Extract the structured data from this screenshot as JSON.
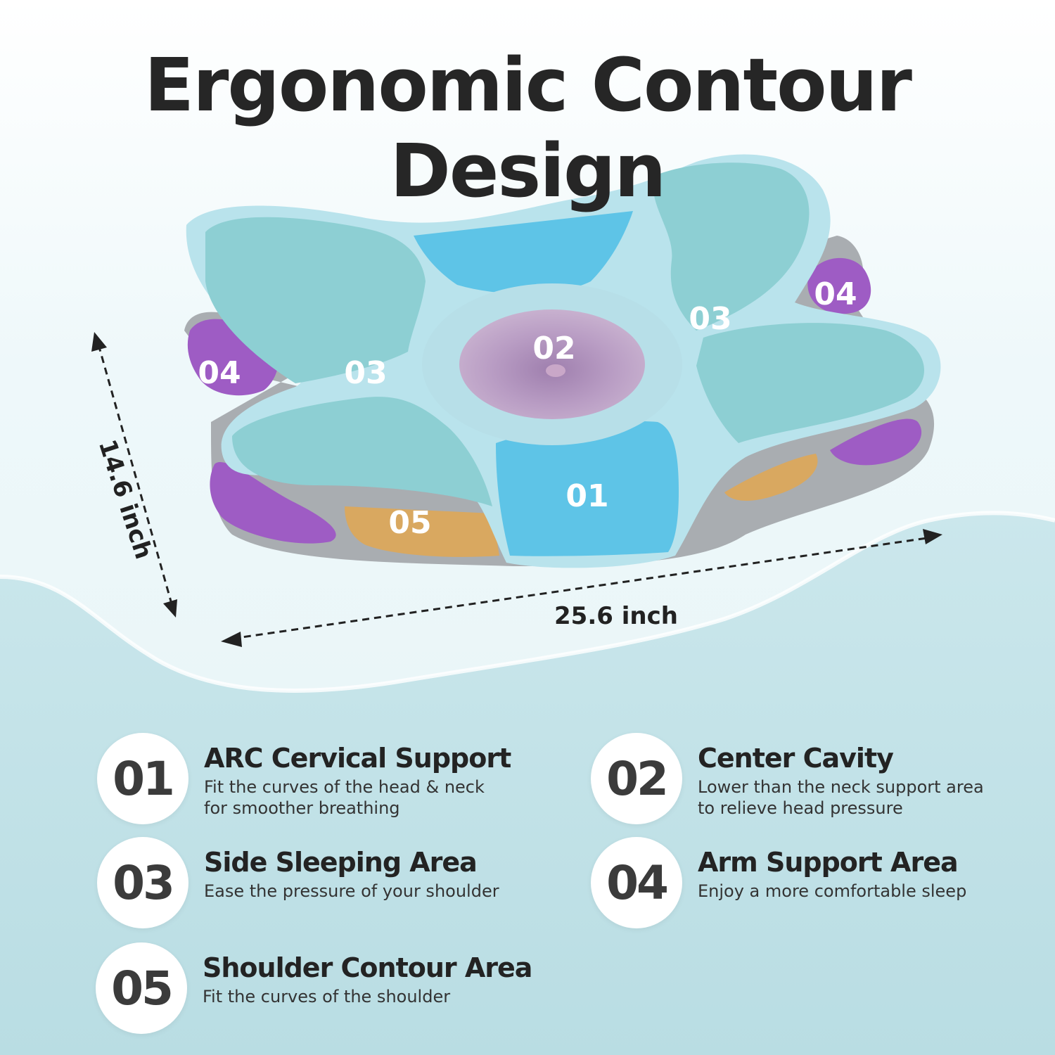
{
  "title": "Ergonomic Contour Design",
  "dimensions": {
    "width": "25.6 inch",
    "height": "14.6 inch"
  },
  "zones": {
    "z01": "01",
    "z02": "02",
    "z03_left": "03",
    "z03_right": "03",
    "z04_left": "04",
    "z04_right": "04",
    "z05": "05"
  },
  "features": [
    {
      "number": "01",
      "title": "ARC Cervical Support",
      "description": "Fit the curves of the head & neck for smoother breathing"
    },
    {
      "number": "02",
      "title": "Center Cavity",
      "description": "Lower than the neck support area to relieve head pressure"
    },
    {
      "number": "03",
      "title": "Side Sleeping Area",
      "description": "Ease the pressure of your shoulder"
    },
    {
      "number": "04",
      "title": "Arm Support Area",
      "description": "Enjoy a more comfortable sleep"
    },
    {
      "number": "05",
      "title": "Shoulder Contour Area",
      "description": "Fit the curves of the shoulder"
    }
  ],
  "colors": {
    "teal": "#8dd0d4",
    "blue": "#5bc3e6",
    "purple": "#9c5bc4",
    "lavender": "#b99dc4",
    "orange": "#d8a75d",
    "gray": "#a6aaae",
    "background_bottom": "#bfe0e6"
  }
}
